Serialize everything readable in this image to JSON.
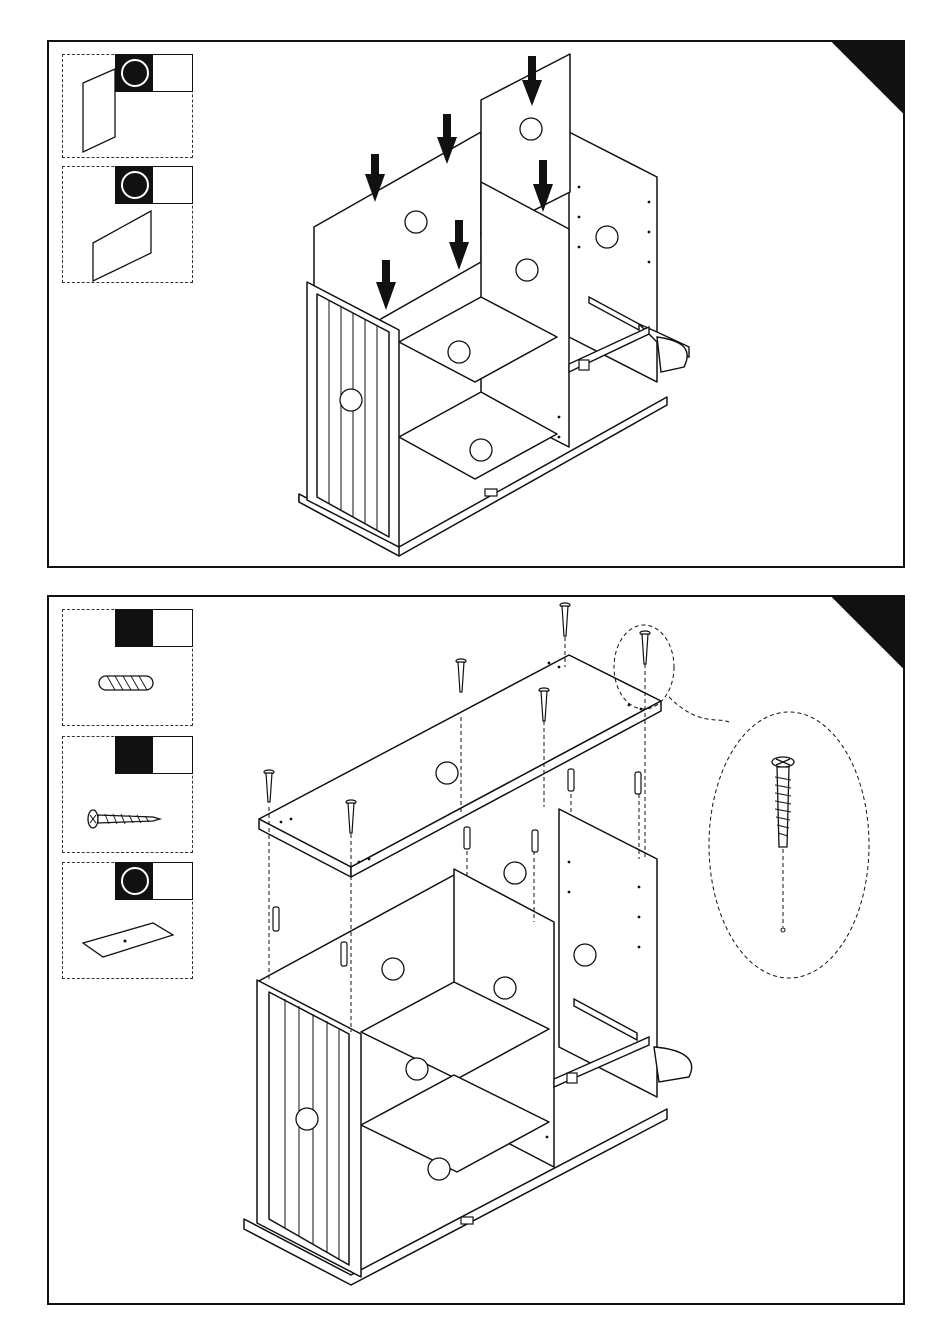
{
  "steps": [
    {
      "parts": [
        {
          "icon": "panel-part-icon",
          "key": "circle",
          "count": ""
        },
        {
          "icon": "shelf-part-icon",
          "key": "circle",
          "count": ""
        }
      ]
    },
    {
      "parts": [
        {
          "icon": "wooden-dowel-icon",
          "key": "plain",
          "count": ""
        },
        {
          "icon": "screw-icon",
          "key": "plain",
          "count": ""
        },
        {
          "icon": "bracket-plate-icon",
          "key": "circle",
          "count": ""
        }
      ]
    }
  ],
  "colors": {
    "line": "#111111",
    "background": "#ffffff",
    "corner": "#111111"
  }
}
